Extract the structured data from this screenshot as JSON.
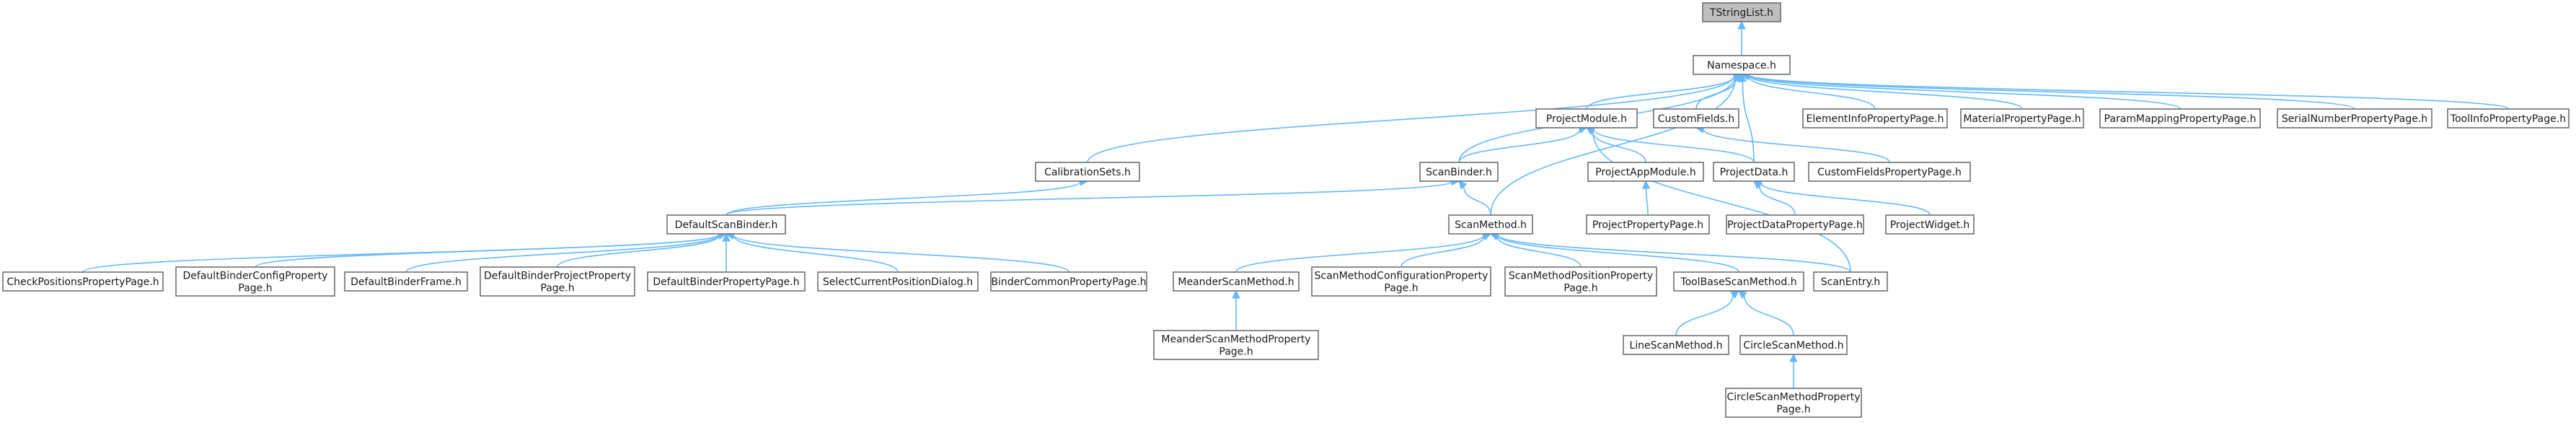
{
  "colors": {
    "edge": "#63b8ff",
    "node_border": "#666666",
    "root_fill": "#bfbfbf",
    "node_fill": "#ffffff"
  },
  "nodes": [
    {
      "id": "tstringlist",
      "lines": [
        "TStringList.h"
      ],
      "root": true
    },
    {
      "id": "namespace",
      "lines": [
        "Namespace.h"
      ]
    },
    {
      "id": "projectmodule",
      "lines": [
        "ProjectModule.h"
      ]
    },
    {
      "id": "customfields",
      "lines": [
        "CustomFields.h"
      ]
    },
    {
      "id": "elementinfo",
      "lines": [
        "ElementInfoPropertyPage.h"
      ]
    },
    {
      "id": "materialprop",
      "lines": [
        "MaterialPropertyPage.h"
      ]
    },
    {
      "id": "parammapping",
      "lines": [
        "ParamMappingPropertyPage.h"
      ]
    },
    {
      "id": "serialnumber",
      "lines": [
        "SerialNumberPropertyPage.h"
      ]
    },
    {
      "id": "toolinfo",
      "lines": [
        "ToolInfoPropertyPage.h"
      ]
    },
    {
      "id": "calibrationsets",
      "lines": [
        "CalibrationSets.h"
      ]
    },
    {
      "id": "scanbinder",
      "lines": [
        "ScanBinder.h"
      ]
    },
    {
      "id": "projectappmodule",
      "lines": [
        "ProjectAppModule.h"
      ]
    },
    {
      "id": "projectdata",
      "lines": [
        "ProjectData.h"
      ]
    },
    {
      "id": "customfieldsprop",
      "lines": [
        "CustomFieldsPropertyPage.h"
      ]
    },
    {
      "id": "defaultscanbinder",
      "lines": [
        "DefaultScanBinder.h"
      ]
    },
    {
      "id": "scanmethod",
      "lines": [
        "ScanMethod.h"
      ]
    },
    {
      "id": "projectprop",
      "lines": [
        "ProjectPropertyPage.h"
      ]
    },
    {
      "id": "projectdataprop",
      "lines": [
        "ProjectDataPropertyPage.h"
      ]
    },
    {
      "id": "projectwidget",
      "lines": [
        "ProjectWidget.h"
      ]
    },
    {
      "id": "checkpositions",
      "lines": [
        "CheckPositionsPropertyPage.h"
      ]
    },
    {
      "id": "defbinderconfig",
      "lines": [
        "DefaultBinderConfigProperty",
        "Page.h"
      ]
    },
    {
      "id": "defbinderframe",
      "lines": [
        "DefaultBinderFrame.h"
      ]
    },
    {
      "id": "defbinderproject",
      "lines": [
        "DefaultBinderProjectProperty",
        "Page.h"
      ]
    },
    {
      "id": "defbinderprop",
      "lines": [
        "DefaultBinderPropertyPage.h"
      ]
    },
    {
      "id": "selectcurrent",
      "lines": [
        "SelectCurrentPositionDialog.h"
      ]
    },
    {
      "id": "bindercommon",
      "lines": [
        "BinderCommonPropertyPage.h"
      ]
    },
    {
      "id": "meanderscan",
      "lines": [
        "MeanderScanMethod.h"
      ]
    },
    {
      "id": "scanmethodconfig",
      "lines": [
        "ScanMethodConfigurationProperty",
        "Page.h"
      ]
    },
    {
      "id": "scanmethodpos",
      "lines": [
        "ScanMethodPositionProperty",
        "Page.h"
      ]
    },
    {
      "id": "toolbasescan",
      "lines": [
        "ToolBaseScanMethod.h"
      ]
    },
    {
      "id": "scanentry",
      "lines": [
        "ScanEntry.h"
      ]
    },
    {
      "id": "meanderscanprop",
      "lines": [
        "MeanderScanMethodProperty",
        "Page.h"
      ]
    },
    {
      "id": "linescan",
      "lines": [
        "LineScanMethod.h"
      ]
    },
    {
      "id": "circlescan",
      "lines": [
        "CircleScanMethod.h"
      ]
    },
    {
      "id": "circlescanprop",
      "lines": [
        "CircleScanMethodProperty",
        "Page.h"
      ]
    }
  ],
  "edges": [
    {
      "from": "tstringlist",
      "to": "namespace"
    },
    {
      "from": "namespace",
      "to": "projectmodule"
    },
    {
      "from": "namespace",
      "to": "customfields"
    },
    {
      "from": "namespace",
      "to": "elementinfo"
    },
    {
      "from": "namespace",
      "to": "materialprop"
    },
    {
      "from": "namespace",
      "to": "parammapping"
    },
    {
      "from": "namespace",
      "to": "serialnumber"
    },
    {
      "from": "namespace",
      "to": "toolinfo"
    },
    {
      "from": "namespace",
      "to": "calibrationsets"
    },
    {
      "from": "namespace",
      "to": "scanbinder"
    },
    {
      "from": "namespace",
      "to": "projectdata"
    },
    {
      "from": "namespace",
      "to": "scanmethod"
    },
    {
      "from": "projectmodule",
      "to": "scanbinder"
    },
    {
      "from": "projectmodule",
      "to": "projectappmodule"
    },
    {
      "from": "projectmodule",
      "to": "projectdata"
    },
    {
      "from": "projectmodule",
      "to": "scanentry"
    },
    {
      "from": "customfields",
      "to": "customfieldsprop"
    },
    {
      "from": "calibrationsets",
      "to": "defaultscanbinder"
    },
    {
      "from": "scanbinder",
      "to": "defaultscanbinder"
    },
    {
      "from": "scanbinder",
      "to": "scanmethod"
    },
    {
      "from": "projectappmodule",
      "to": "projectprop"
    },
    {
      "from": "projectdata",
      "to": "projectdataprop"
    },
    {
      "from": "projectdata",
      "to": "projectwidget"
    },
    {
      "from": "defaultscanbinder",
      "to": "checkpositions"
    },
    {
      "from": "defaultscanbinder",
      "to": "defbinderconfig"
    },
    {
      "from": "defaultscanbinder",
      "to": "defbinderframe"
    },
    {
      "from": "defaultscanbinder",
      "to": "defbinderproject"
    },
    {
      "from": "defaultscanbinder",
      "to": "defbinderprop"
    },
    {
      "from": "defaultscanbinder",
      "to": "selectcurrent"
    },
    {
      "from": "defaultscanbinder",
      "to": "bindercommon"
    },
    {
      "from": "scanmethod",
      "to": "meanderscan"
    },
    {
      "from": "scanmethod",
      "to": "scanmethodconfig"
    },
    {
      "from": "scanmethod",
      "to": "scanmethodpos"
    },
    {
      "from": "scanmethod",
      "to": "toolbasescan"
    },
    {
      "from": "scanmethod",
      "to": "scanentry"
    },
    {
      "from": "meanderscan",
      "to": "meanderscanprop"
    },
    {
      "from": "toolbasescan",
      "to": "linescan"
    },
    {
      "from": "toolbasescan",
      "to": "circlescan"
    },
    {
      "from": "circlescan",
      "to": "circlescanprop"
    }
  ]
}
